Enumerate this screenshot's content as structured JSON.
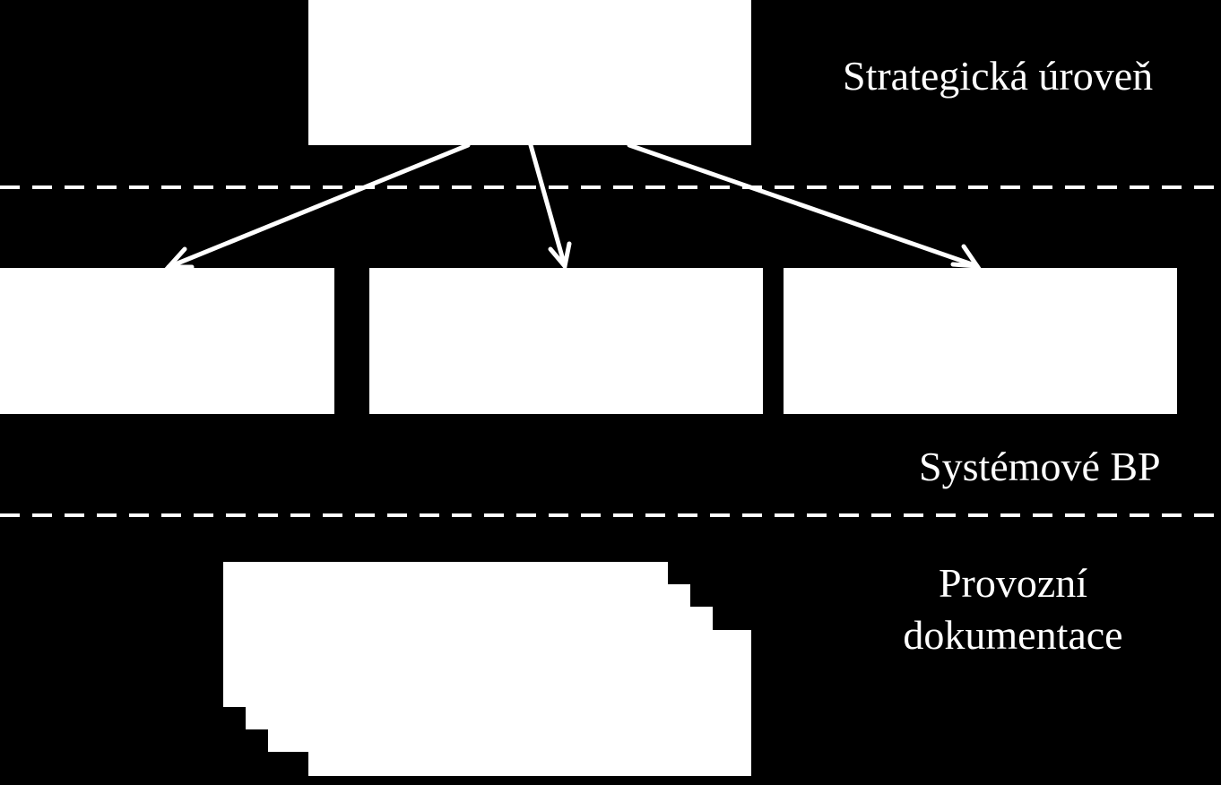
{
  "labels": {
    "strategic": "Strategická úroveň",
    "system": "Systémové BP",
    "operations_line1": "Provozní",
    "operations_line2": "dokumentace"
  },
  "colors": {
    "background": "#000000",
    "foreground": "#ffffff"
  }
}
